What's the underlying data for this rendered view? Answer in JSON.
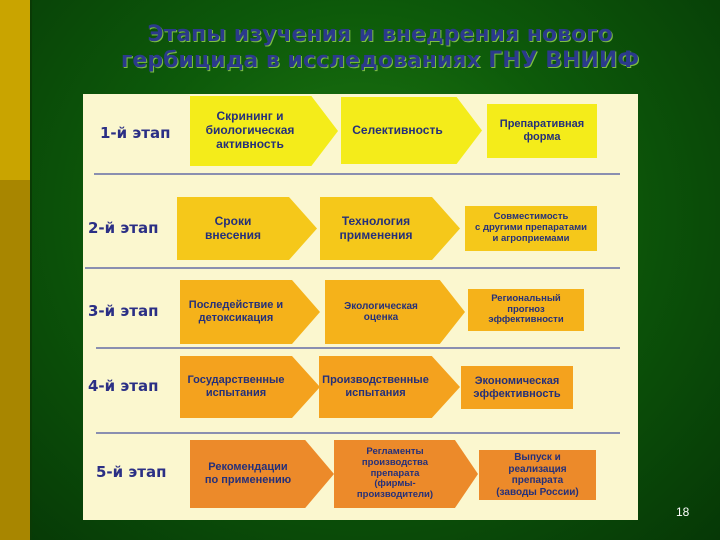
{
  "title": "Этапы изучения и внедрения нового\nгербицида в исследованиях ГНУ ВНИИФ",
  "stages": [
    {
      "label": "1-й этап",
      "items": [
        "Скрининг и\nбиологическая\nактивность",
        "Селективность",
        "Препаративная\nформа"
      ]
    },
    {
      "label": "2-й этап",
      "items": [
        "Сроки\nвнесения",
        "Технология\nприменения",
        "Совместимость\nс другими препаратами\nи агроприемами"
      ]
    },
    {
      "label": "3-й этап",
      "items": [
        "Последействие и\nдетоксикация",
        "Экологическая оценка",
        "Региональный прогноз\nэффективности"
      ]
    },
    {
      "label": "4-й этап",
      "items": [
        "Государственные\nиспытания",
        "Производственные\nиспытания",
        "Экономическая\nэффективность"
      ]
    },
    {
      "label": "5-й этап",
      "items": [
        "Рекомендации\nпо применению",
        "Регламенты производства\nпрепарата\n(фирмы-производители)",
        "Выпуск и реализация\nпрепарата\n(заводы России)"
      ]
    }
  ],
  "page_number": "18"
}
